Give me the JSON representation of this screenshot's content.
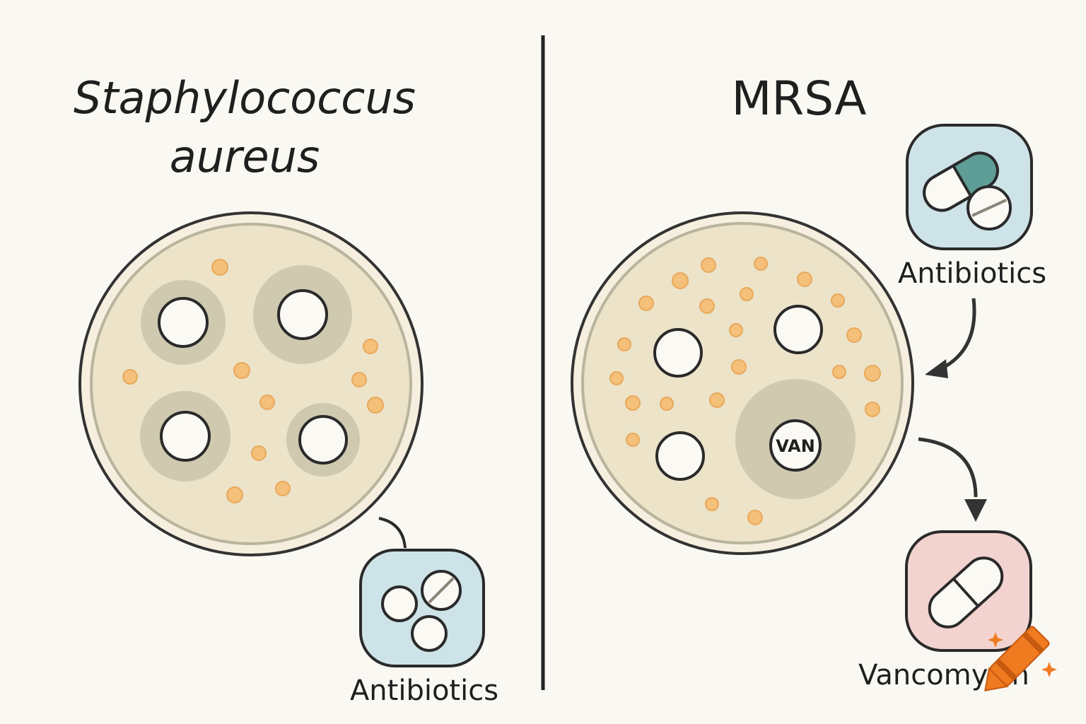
{
  "left_panel": {
    "title_line1": "Staphylococcus",
    "title_line2": "aureus",
    "caption": "Antibiotics"
  },
  "right_panel": {
    "title": "MRSA",
    "caption_top": "Antibiotics",
    "disc_label": "VAN",
    "caption_bottom": "Vancomycin"
  },
  "colors": {
    "background": "#faf8f2",
    "agar": "#ece3c9",
    "inhibition_zone": "#cfc9b0",
    "colony": "#f4c07a",
    "antibiotic_box": "#cde3e8",
    "vancomycin_box": "#f3d3cf",
    "capsule_accent": "#5e9e96",
    "divider": "#222222"
  },
  "icons": [
    "petri-dish",
    "antibiotic-disc",
    "pill-capsule",
    "tablet",
    "arrow-icon",
    "crayon-icon",
    "sparkle-icon"
  ]
}
